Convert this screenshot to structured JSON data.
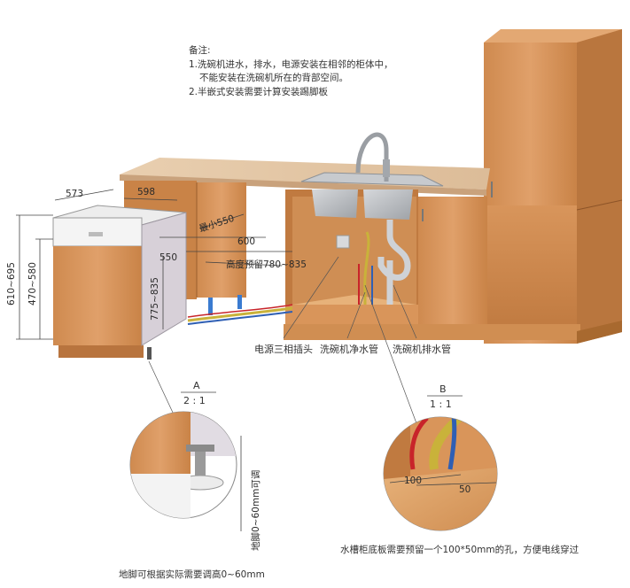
{
  "notes": {
    "heading": "备注:",
    "line1": "1.洗碗机进水，排水，电源安装在相邻的柜体中，",
    "line1b": "不能安装在洗碗机所在的背部空间。",
    "line2": "2.半嵌式安装需要计算安装踢脚板"
  },
  "dimensions": {
    "depth_573": "573",
    "depth_598": "598",
    "min_550": "最小550",
    "width_600": "600",
    "d_550": "550",
    "height_reserve": "高度预留780~835",
    "h_610_695": "610~695",
    "h_470_580": "470~580",
    "h_775_835": "775~835"
  },
  "callouts": {
    "power": "电源三相插头",
    "inlet": "洗碗机净水管",
    "drain": "洗碗机排水管"
  },
  "detail_a": {
    "letter": "A",
    "scale": "2 : 1",
    "side_label": "地脚0~60mm可调",
    "caption": "地脚可根据实际需要调高0~60mm"
  },
  "detail_b": {
    "letter": "B",
    "scale": "1 : 1",
    "dim_100": "100",
    "dim_50": "50",
    "caption": "水槽柜底板需要预留一个100*50mm的孔，方便电线穿过"
  },
  "colors": {
    "wood": "#D9955A",
    "wood_dark": "#B8743E",
    "counter": "#E6C9A8",
    "steel": "#B9BCC0",
    "panel": "#D7D0D8",
    "hose_red": "#C8242A",
    "hose_blue": "#2F5FB4",
    "hose_yellow": "#C9B23A"
  }
}
